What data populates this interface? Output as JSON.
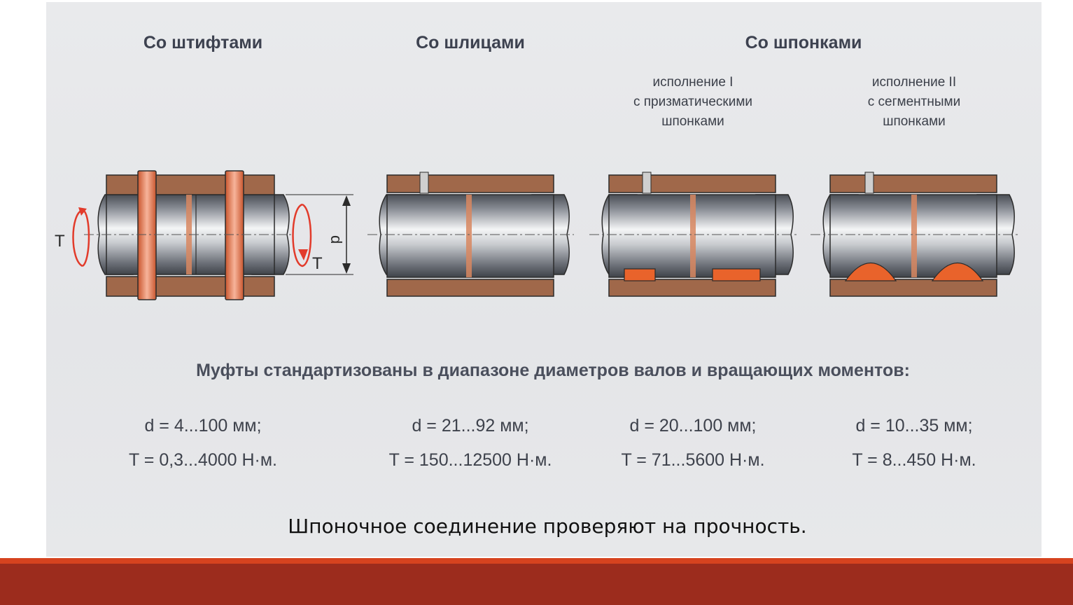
{
  "headings": {
    "pins": "Со штифтами",
    "splines": "Со шлицами",
    "keys": "Со шпонками"
  },
  "variants": {
    "v1": [
      "исполнение I",
      "с призматическими",
      "шпонками"
    ],
    "v2": [
      "исполнение II",
      "с сегментными",
      "шпонками"
    ]
  },
  "diagram_labels": {
    "torque_left": "T",
    "torque_right": "T",
    "diameter": "d"
  },
  "summary": "Муфты стандартизованы в диапазоне диаметров валов и вращающих моментов:",
  "specs": [
    {
      "d": "d  =  4...100 мм;",
      "t": "T = 0,3...4000 Н·м."
    },
    {
      "d": "d  =  21...92 мм;",
      "t": "T = 150...12500 Н·м."
    },
    {
      "d": "d  =  20...100 мм;",
      "t": "T = 71...5600 Н·м."
    },
    {
      "d": "d  =  10...35 мм;",
      "t": "T = 8...450 Н·м."
    }
  ],
  "caption": "Шпоночное соединение проверяют на прочность.",
  "colors": {
    "sleeve": "#a0684a",
    "key": "#e9632b",
    "footer": "#9c2c1d",
    "footer_accent": "#d6431f"
  }
}
